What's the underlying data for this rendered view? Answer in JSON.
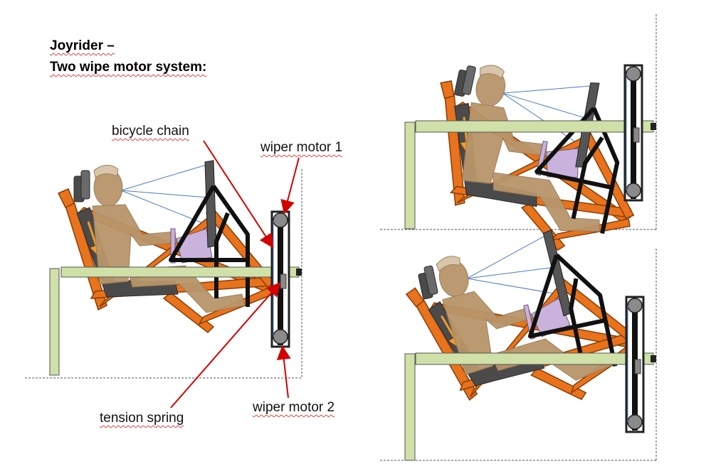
{
  "title": {
    "line1": "Joyrider –",
    "line2": "Two wipe motor system:"
  },
  "labels": {
    "bicycle_chain": "bicycle chain",
    "wiper_motor_1": "wiper motor 1",
    "wiper_motor_2": "wiper motor 2",
    "tension_spring": "tension spring"
  },
  "colors": {
    "frame": "#e8731c",
    "frame_edge": "#a0480a",
    "rail": "#cfe0a8",
    "rail_edge": "#555555",
    "seat": "#4a4a4a",
    "figure": "#b8956a",
    "steering": "#c9b3dc",
    "pointer": "#d40000",
    "sightline": "#4a7cc0"
  },
  "views": [
    "main",
    "top-right",
    "bottom-right"
  ]
}
